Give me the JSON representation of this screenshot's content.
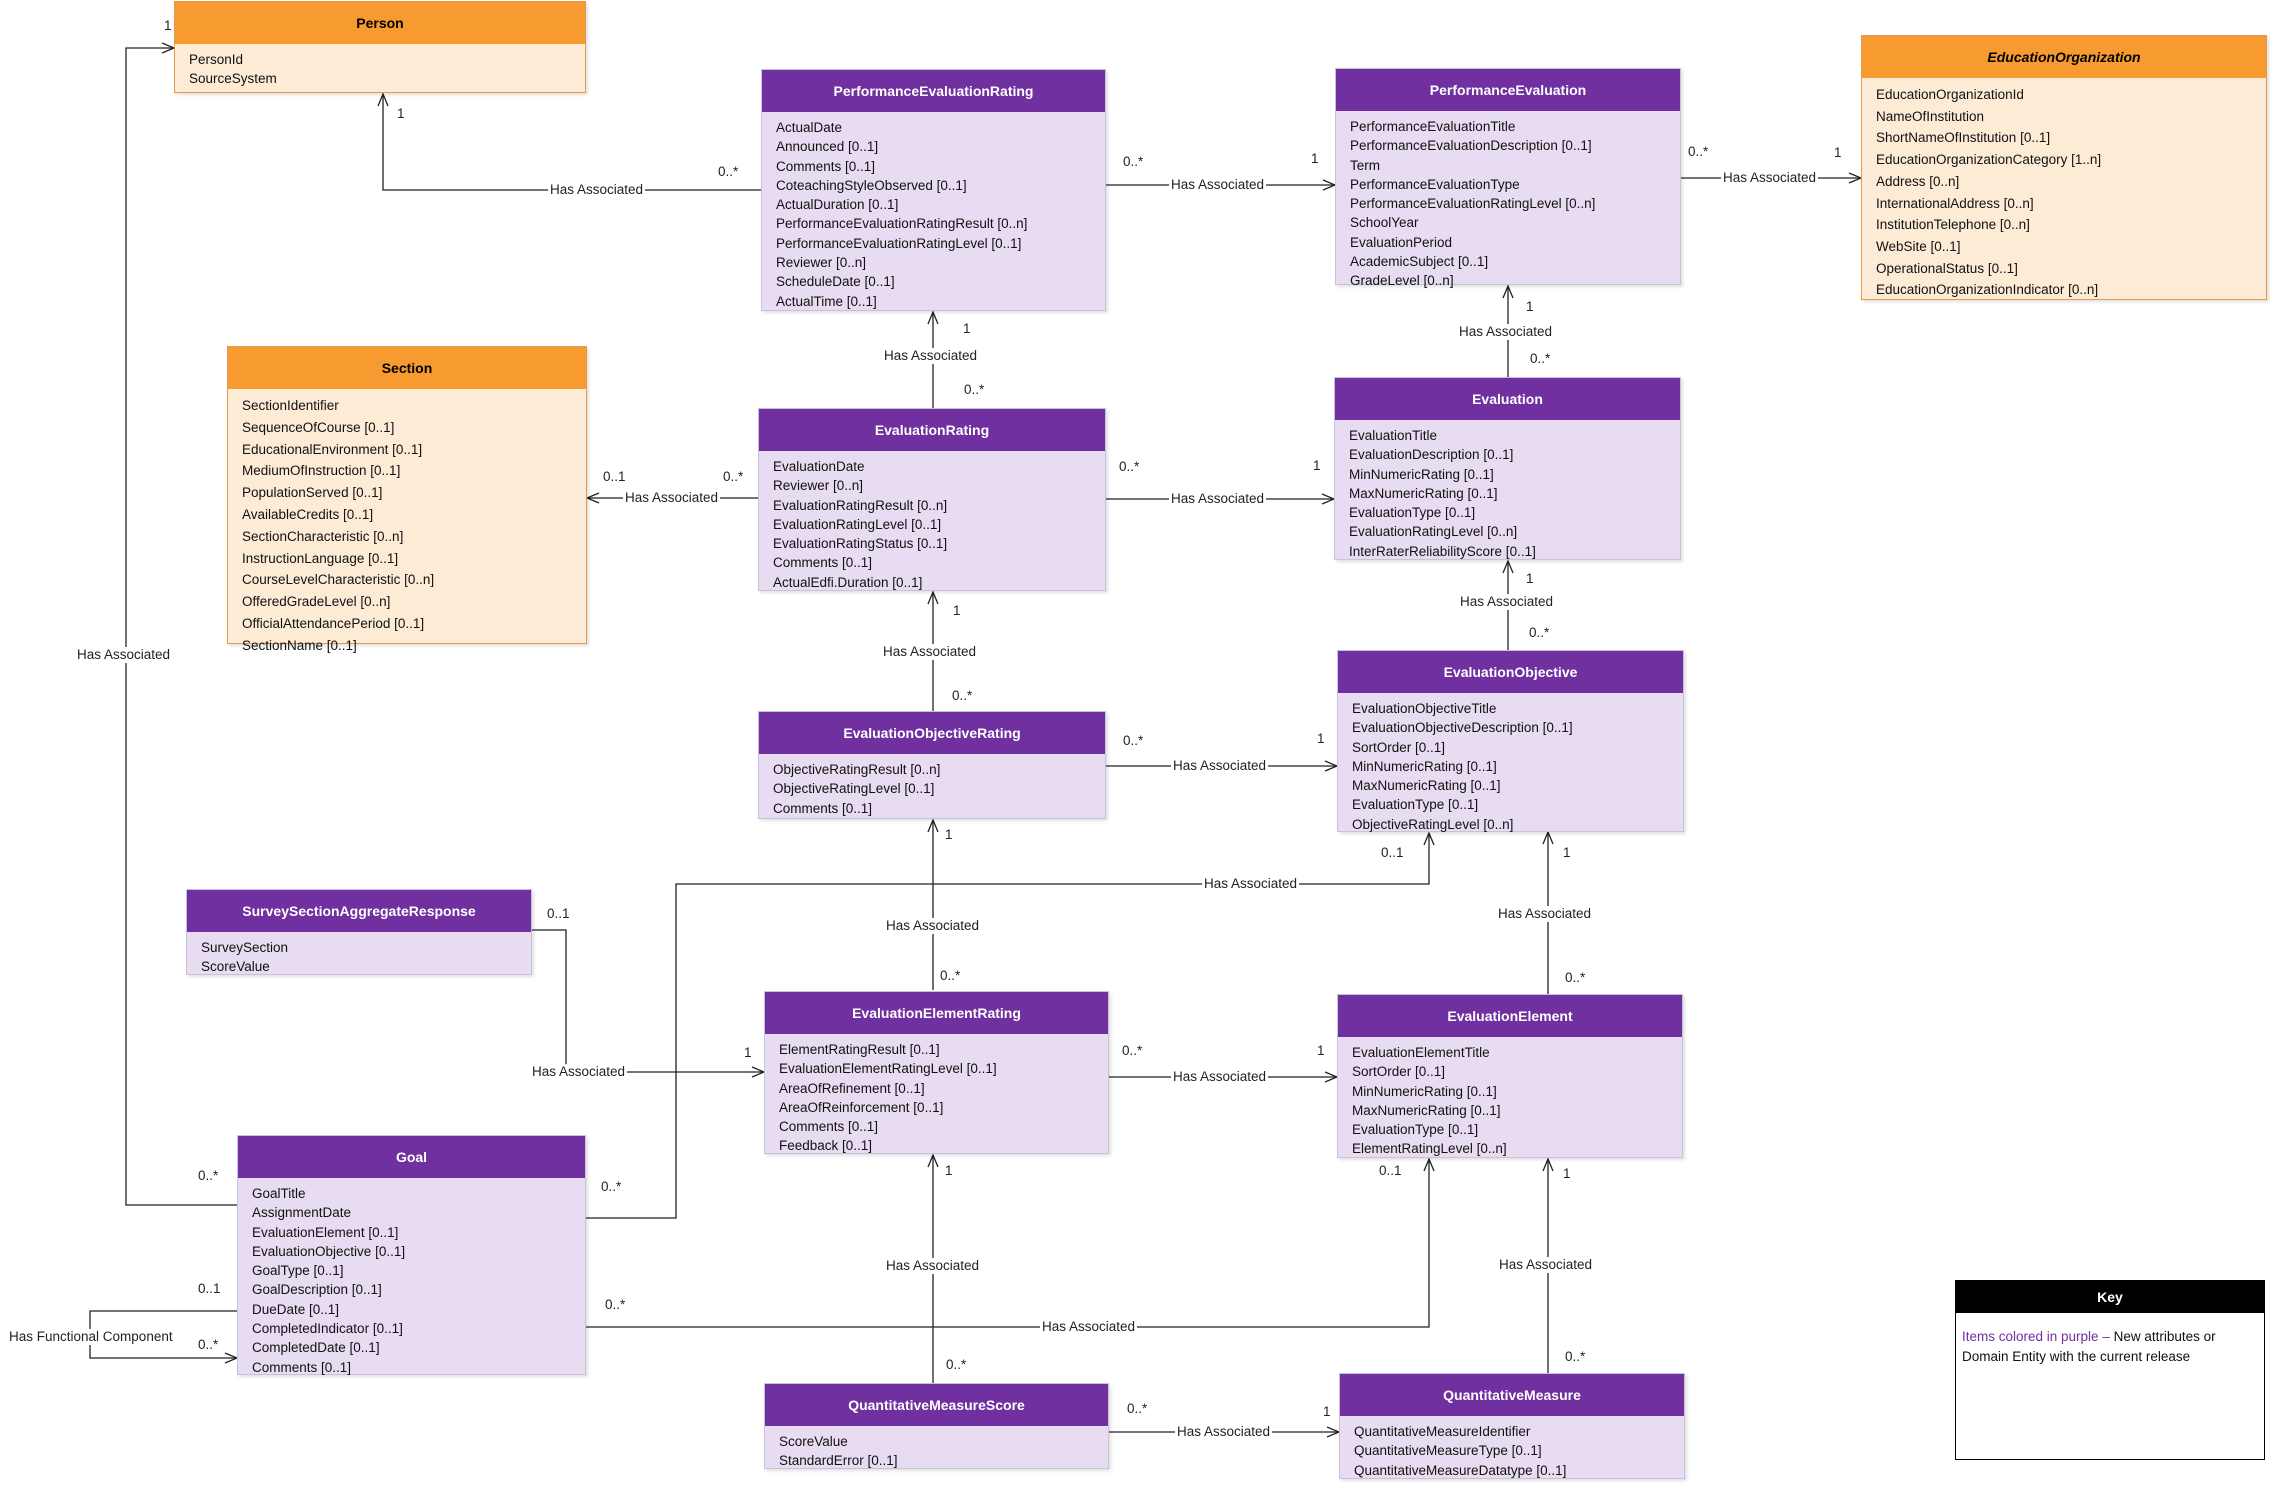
{
  "entities": {
    "person": {
      "name": "Person",
      "attrs": [
        "PersonId",
        "SourceSystem"
      ]
    },
    "per": {
      "name": "PerformanceEvaluationRating",
      "attrs": [
        "ActualDate",
        "Announced [0..1]",
        "Comments [0..1]",
        "CoteachingStyleObserved [0..1]",
        "ActualDuration [0..1]",
        "PerformanceEvaluationRatingResult [0..n]",
        "PerformanceEvaluationRatingLevel [0..1]",
        "Reviewer [0..n]",
        "ScheduleDate [0..1]",
        "ActualTime [0..1]"
      ]
    },
    "pe": {
      "name": "PerformanceEvaluation",
      "attrs": [
        "PerformanceEvaluationTitle",
        "PerformanceEvaluationDescription [0..1]",
        "Term",
        "PerformanceEvaluationType",
        "PerformanceEvaluationRatingLevel [0..n]",
        "SchoolYear",
        "EvaluationPeriod",
        "AcademicSubject [0..1]",
        "GradeLevel [0..n]"
      ]
    },
    "edorg": {
      "name": "EducationOrganization",
      "attrs": [
        "EducationOrganizationId",
        "NameOfInstitution",
        "ShortNameOfInstitution [0..1]",
        "EducationOrganizationCategory [1..n]",
        "Address [0..n]",
        "InternationalAddress [0..n]",
        "InstitutionTelephone [0..n]",
        "WebSite [0..1]",
        "OperationalStatus [0..1]",
        "EducationOrganizationIndicator [0..n]"
      ]
    },
    "section": {
      "name": "Section",
      "attrs": [
        "SectionIdentifier",
        "SequenceOfCourse [0..1]",
        "EducationalEnvironment [0..1]",
        "MediumOfInstruction [0..1]",
        "PopulationServed [0..1]",
        "AvailableCredits [0..1]",
        "SectionCharacteristic  [0..n]",
        "InstructionLanguage [0..1]",
        "CourseLevelCharacteristic [0..n]",
        "OfferedGradeLevel [0..n]",
        "OfficialAttendancePeriod [0..1]",
        "SectionName [0..1]"
      ]
    },
    "er": {
      "name": "EvaluationRating",
      "attrs": [
        "EvaluationDate",
        "Reviewer [0..n]",
        "EvaluationRatingResult [0..n]",
        "EvaluationRatingLevel [0..1]",
        "EvaluationRatingStatus [0..1]",
        "Comments  [0..1]",
        "ActualEdfi.Duration [0..1]"
      ]
    },
    "ev": {
      "name": "Evaluation",
      "attrs": [
        "EvaluationTitle",
        "EvaluationDescription [0..1]",
        "MinNumericRating [0..1]",
        "MaxNumericRating [0..1]",
        "EvaluationType [0..1]",
        "EvaluationRatingLevel [0..n]",
        "InterRaterReliabilityScore [0..1]"
      ]
    },
    "eor": {
      "name": "EvaluationObjectiveRating",
      "attrs": [
        "ObjectiveRatingResult [0..n]",
        "ObjectiveRatingLevel [0..1]",
        "Comments [0..1]"
      ]
    },
    "eo": {
      "name": "EvaluationObjective",
      "attrs": [
        "EvaluationObjectiveTitle",
        "EvaluationObjectiveDescription [0..1]",
        "SortOrder [0..1]",
        "MinNumericRating [0..1]",
        "MaxNumericRating [0..1]",
        "EvaluationType [0..1]",
        "ObjectiveRatingLevel [0..n]"
      ]
    },
    "ssar": {
      "name": "SurveySectionAggregateResponse",
      "attrs": [
        "SurveySection",
        "ScoreValue"
      ]
    },
    "eer": {
      "name": "EvaluationElementRating",
      "attrs": [
        "ElementRatingResult [0..1]",
        "EvaluationElementRatingLevel [0..1]",
        "AreaOfRefinement [0..1]",
        "AreaOfReinforcement [0..1]",
        "Comments [0..1]",
        "Feedback [0..1]"
      ]
    },
    "ee": {
      "name": "EvaluationElement",
      "attrs": [
        "EvaluationElementTitle",
        "SortOrder [0..1]",
        "MinNumericRating [0..1]",
        "MaxNumericRating [0..1]",
        "EvaluationType [0..1]",
        "ElementRatingLevel [0..n]"
      ]
    },
    "goal": {
      "name": "Goal",
      "attrs": [
        "GoalTitle",
        "AssignmentDate",
        "EvaluationElement [0..1]",
        "EvaluationObjective [0..1]",
        "GoalType [0..1]",
        "GoalDescription [0..1]",
        "DueDate [0..1]",
        "CompletedIndicator [0..1]",
        "CompletedDate [0..1]",
        "Comments [0..1]"
      ]
    },
    "qms": {
      "name": "QuantitativeMeasureScore",
      "attrs": [
        "ScoreValue",
        "StandardError [0..1]"
      ]
    },
    "qm": {
      "name": "QuantitativeMeasure",
      "attrs": [
        "QuantitativeMeasureIdentifier",
        "QuantitativeMeasureType [0..1]",
        "QuantitativeMeasureDatatype [0..1]"
      ]
    }
  },
  "labels": {
    "has_associated": "Has Associated",
    "has_functional_component": "Has Functional Component"
  },
  "multiplicities": {
    "one": "1",
    "zero_many": "0..*",
    "zero_one": "0..1"
  },
  "key": {
    "title": "Key",
    "highlight": "Items colored in purple –",
    "text": " New attributes or Domain Entity with the current release"
  },
  "colors": {
    "purple_header": "#7030a0",
    "purple_body": "#e7dcf2",
    "orange_header": "#f79a2f",
    "orange_body": "#fdebd6"
  }
}
